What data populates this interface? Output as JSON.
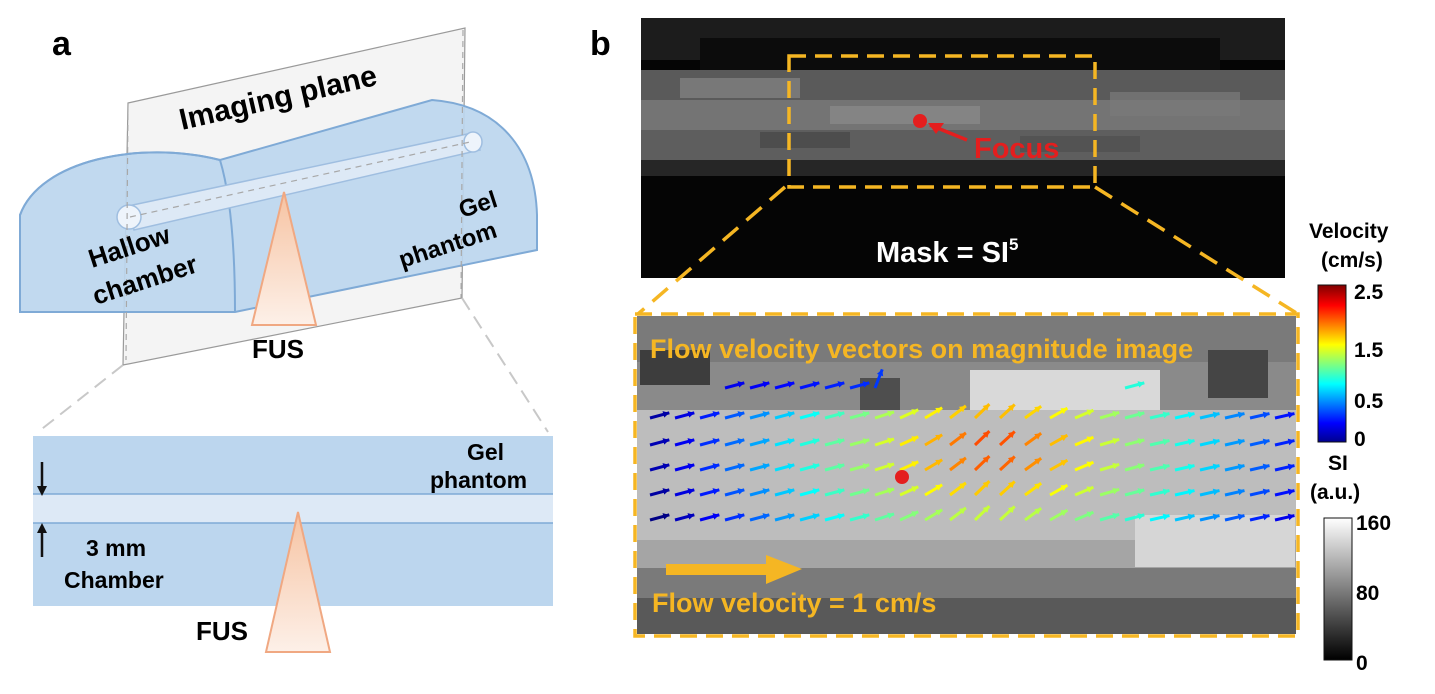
{
  "panel_a": {
    "label": "a",
    "imaging_plane": "Imaging plane",
    "gel_phantom_line1": "Gel",
    "gel_phantom_line2": "phantom",
    "hallow_line1": "Hallow",
    "hallow_line2": "chamber",
    "fus": "FUS",
    "cross_gel_line1": "Gel",
    "cross_gel_line2": "phantom",
    "thickness": "3 mm",
    "chamber": "Chamber",
    "fus_bottom": "FUS"
  },
  "panel_b": {
    "label": "b",
    "focus": "Focus",
    "mask_prefix": "Mask = SI",
    "mask_exponent": "5",
    "vectors_title": "Flow velocity vectors on magnitude image",
    "scale_label": "Flow velocity = 1 cm/s"
  },
  "velocity_colorbar": {
    "title_line1": "Velocity",
    "title_line2": "(cm/s)",
    "ticks": [
      "2.5",
      "1.5",
      "0.5",
      "0"
    ]
  },
  "si_colorbar": {
    "title_line1": "SI",
    "title_line2": "(a.u.)",
    "ticks": [
      "160",
      "80",
      "0"
    ]
  },
  "colors": {
    "phantom_fill": "#bcd6ee",
    "phantom_edge": "#7faad6",
    "channel": "#dde9f6",
    "fus_cone": "#f3b998",
    "focus_red": "#e41e1e",
    "zoom_box": "#f5b623",
    "overlay_text": "#f5b623"
  }
}
